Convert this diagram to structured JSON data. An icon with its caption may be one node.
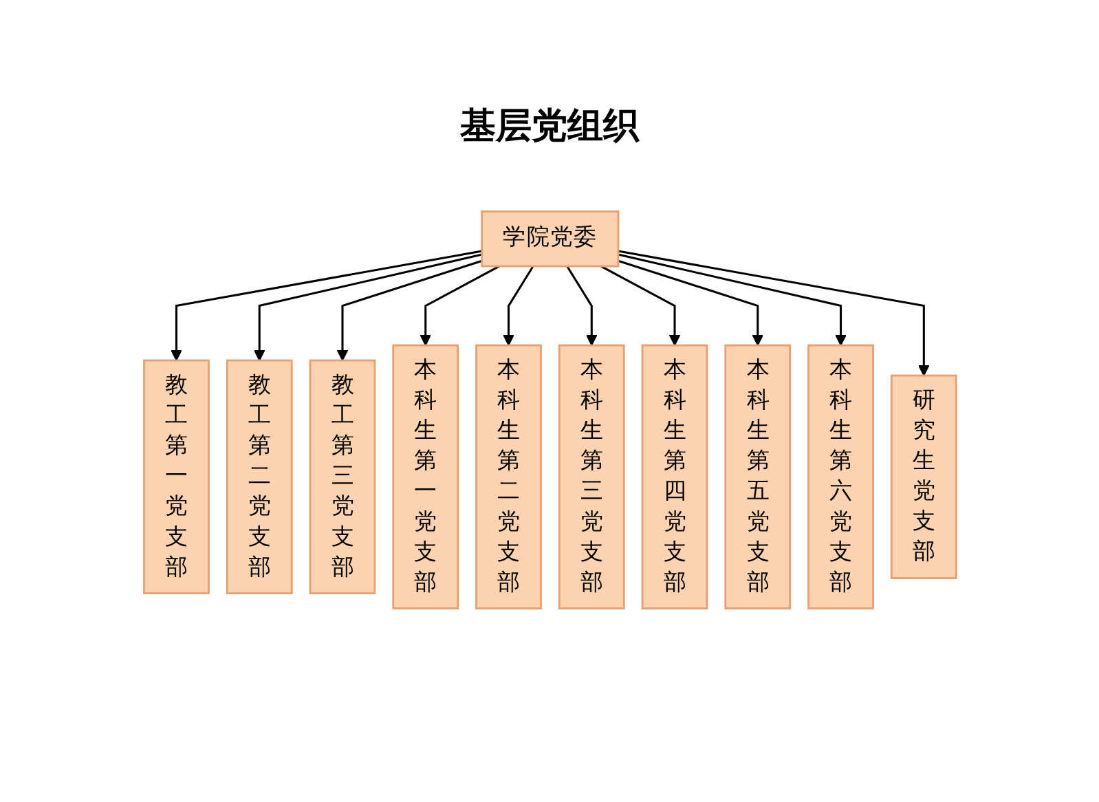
{
  "diagram": {
    "title": "基层党组织",
    "nodes": [
      {
        "text": [
          "学院党委"
        ]
      },
      {
        "text": [
          "教工第一党支部"
        ]
      },
      {
        "text": [
          "教工第二党支部"
        ]
      },
      {
        "text": [
          "教工第三党支部"
        ]
      },
      {
        "text": [
          "本科生第一党支部"
        ]
      },
      {
        "text": [
          "本科生第二党支部"
        ]
      },
      {
        "text": [
          "本科生第三党支部"
        ]
      },
      {
        "text": [
          "本科生第四党支部"
        ]
      },
      {
        "text": [
          "本科生第五党支部"
        ]
      },
      {
        "text": [
          "本科生第六党支部"
        ]
      },
      {
        "text": [
          "研究生党支部"
        ]
      }
    ],
    "edges": [
      {
        "from": 0,
        "to": 1,
        "arrow": "to"
      },
      {
        "from": 0,
        "to": 2,
        "arrow": "to"
      },
      {
        "from": 0,
        "to": 3,
        "arrow": "to"
      },
      {
        "from": 0,
        "to": 4,
        "arrow": "to"
      },
      {
        "from": 0,
        "to": 5,
        "arrow": "to"
      },
      {
        "from": 0,
        "to": 6,
        "arrow": "to"
      },
      {
        "from": 0,
        "to": 7,
        "arrow": "to"
      },
      {
        "from": 0,
        "to": 8,
        "arrow": "to"
      },
      {
        "from": 0,
        "to": 9,
        "arrow": "to"
      },
      {
        "from": 0,
        "to": 10,
        "arrow": "to"
      }
    ]
  }
}
